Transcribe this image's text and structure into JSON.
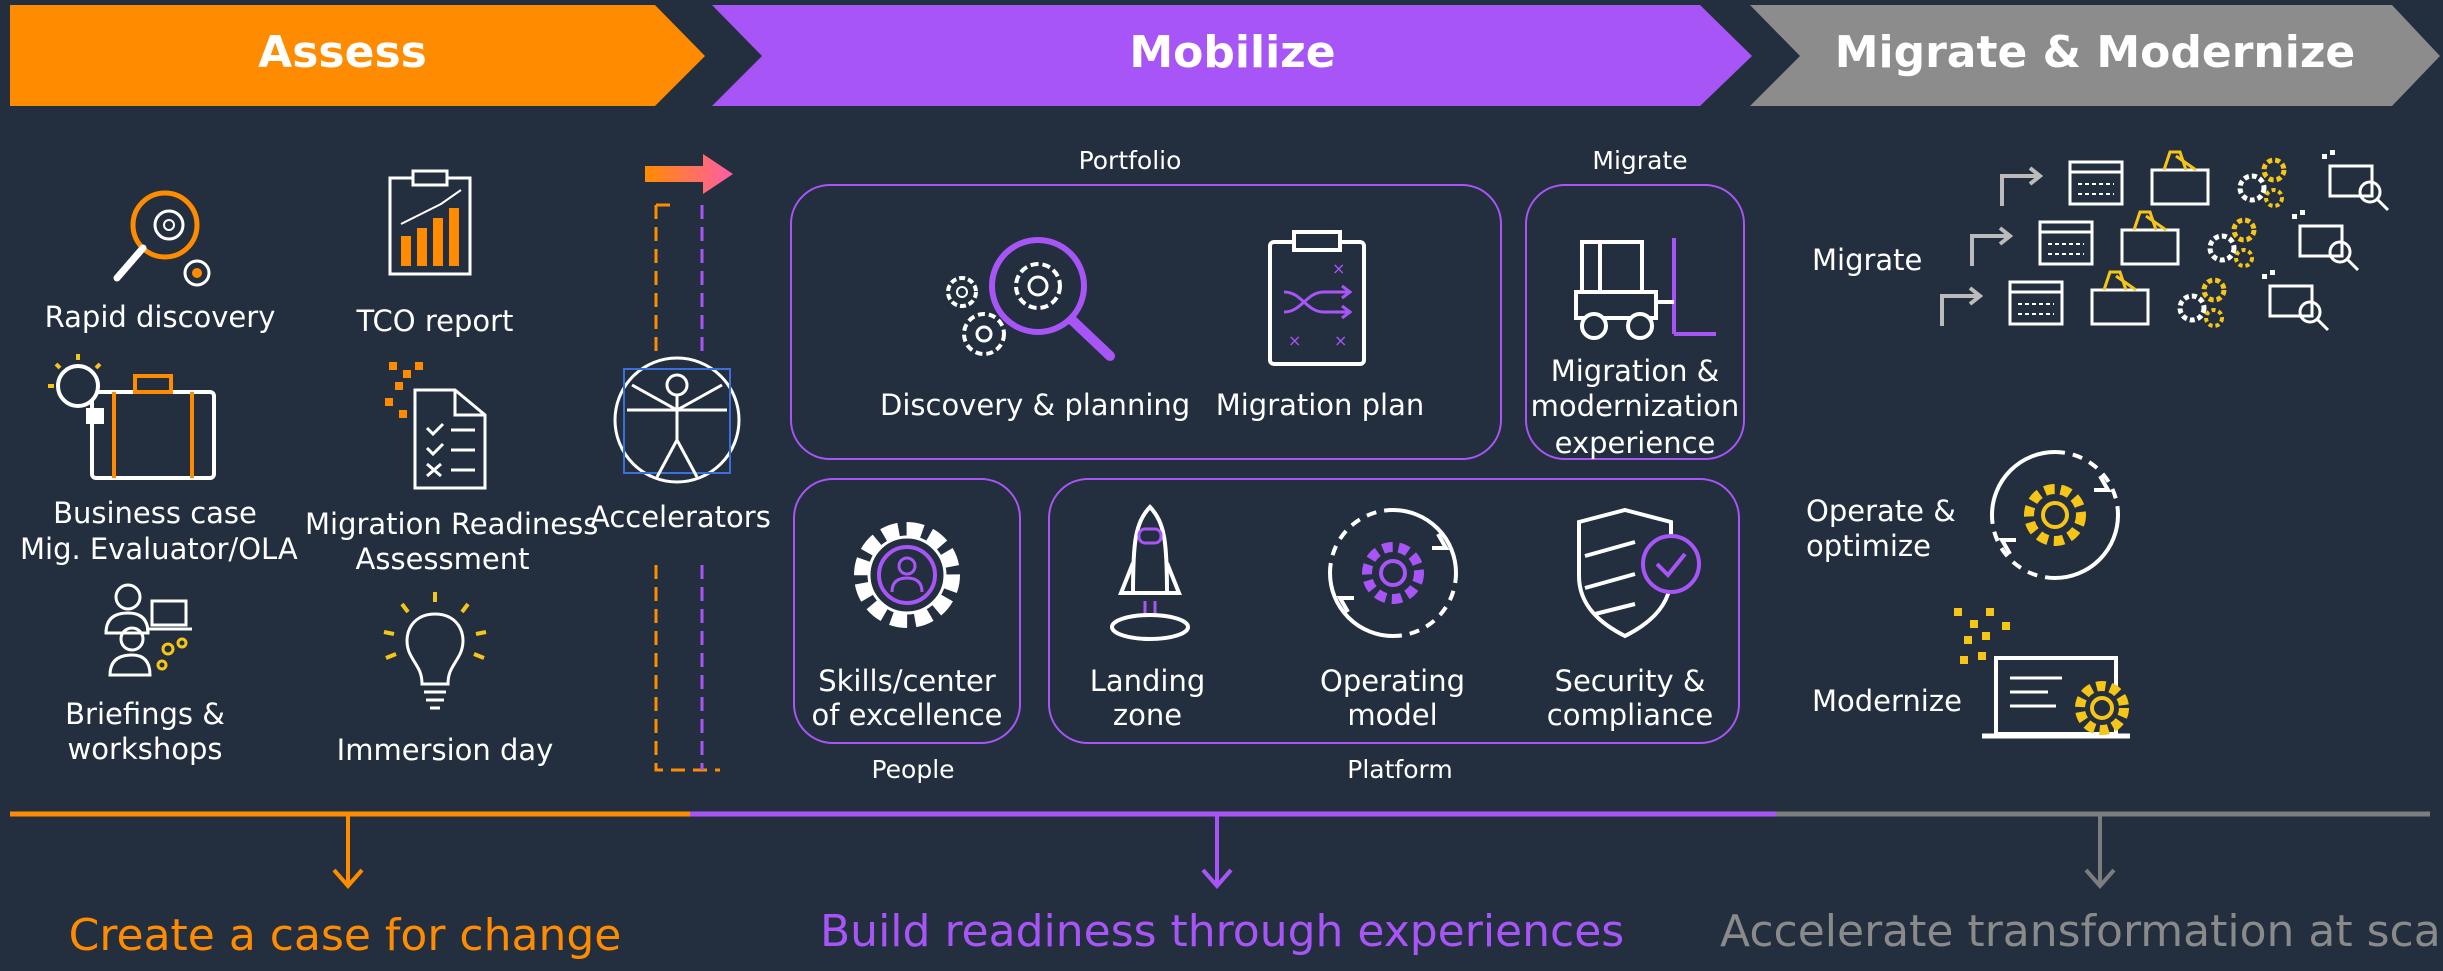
{
  "phases": {
    "assess": "Assess",
    "mobilize": "Mobilize",
    "migrate_modernize": "Migrate & Modernize"
  },
  "assess_items": {
    "rapid_discovery": "Rapid discovery",
    "tco_report": "TCO report",
    "business_case_line1": "Business case",
    "business_case_line2": "Mig. Evaluator/OLA",
    "mra_line1": "Migration Readiness",
    "mra_line2": "Assessment",
    "briefings_line1": "Briefings &",
    "briefings_line2": "workshops",
    "immersion_day": "Immersion day",
    "accelerators": "Accelerators"
  },
  "mobilize": {
    "portfolio_label": "Portfolio",
    "migrate_label": "Migrate",
    "discovery_planning": "Discovery & planning",
    "migration_plan": "Migration plan",
    "mig_exp_line1": "Migration &",
    "mig_exp_line2": "modernization",
    "mig_exp_line3": "experience",
    "skills_line1": "Skills/center",
    "skills_line2": "of excellence",
    "landing_line1": "Landing",
    "landing_line2": "zone",
    "operating_line1": "Operating",
    "operating_line2": "model",
    "security_line1": "Security &",
    "security_line2": "compliance",
    "people_label": "People",
    "platform_label": "Platform"
  },
  "migrate_modernize": {
    "migrate": "Migrate",
    "operate_line1": "Operate &",
    "operate_line2": "optimize",
    "modernize": "Modernize"
  },
  "outcomes": {
    "assess": "Create a case for change",
    "mobilize": "Build readiness through experiences",
    "migrate": "Accelerate transformation at scale"
  },
  "colors": {
    "background": "#232f3e",
    "assess": "#ff8c00",
    "mobilize": "#a855f7",
    "migrate": "#8a8a8a",
    "icon_yellow": "#f5c518"
  }
}
